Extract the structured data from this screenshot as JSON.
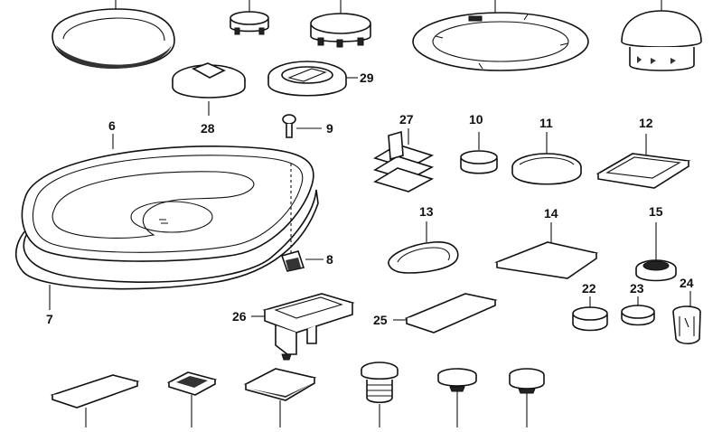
{
  "diagram": {
    "callouts": [
      "6",
      "7",
      "8",
      "9",
      "10",
      "11",
      "12",
      "13",
      "14",
      "15",
      "22",
      "23",
      "24",
      "25",
      "26",
      "27",
      "28",
      "29"
    ]
  }
}
